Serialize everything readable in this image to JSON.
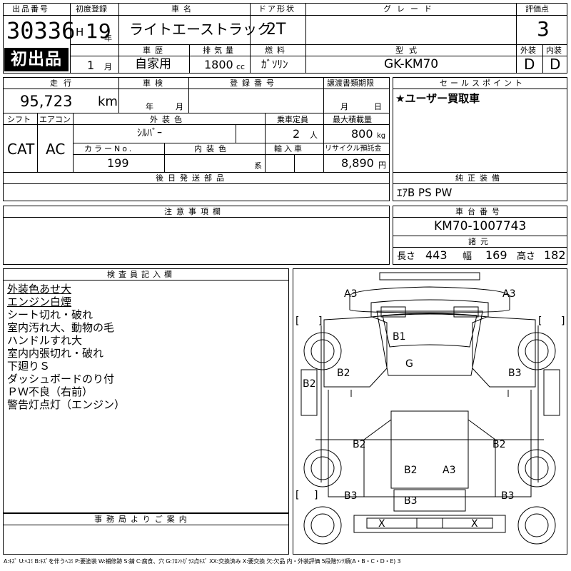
{
  "header": {
    "lot_label": "出品番号",
    "lot_no": "30336",
    "first_listing": "初出品",
    "reg_label": "初度登録",
    "era": "H",
    "reg_year": "19",
    "year_unit": "年",
    "reg_month": "1",
    "month_unit": "月",
    "name_label": "車名",
    "car_name": "ライトエーストラック",
    "door_label": "ドア形状",
    "door": "2T",
    "grade_label": "グレード",
    "grade": "",
    "score_label": "評価点",
    "score": "3",
    "history_label": "車歴",
    "history": "自家用",
    "disp_label": "排気量",
    "displacement": "1800",
    "cc": "cc",
    "fuel_label": "燃料",
    "fuel": "ｶﾞｿﾘﾝ",
    "model_label": "型式",
    "model": "GK-KM70",
    "ext_label": "外装",
    "ext_grade": "D",
    "int_label": "内装",
    "int_grade": "D"
  },
  "row2": {
    "mileage_label": "走行",
    "mileage": "95,723",
    "km": "km",
    "inspect_label": "車検",
    "year_unit": "年",
    "month_unit": "月",
    "regno_label": "登録番号",
    "transfer_label": "譲渡書類期限",
    "t_month": "月",
    "t_day": "日",
    "sales_label": "セールスポイント",
    "sales_point": "★ユーザー買取車"
  },
  "row3": {
    "shift_label": "シフト",
    "shift": "CAT",
    "ac_label": "エアコン",
    "ac": "AC",
    "color_label": "外装色",
    "color": "ｼﾙﾊﾞｰ",
    "cap_label": "乗車定員",
    "capacity": "2",
    "person_unit": "人",
    "load_label": "最大積載量",
    "load": "800",
    "kg": "kg",
    "colorno_label": "カラーNo.",
    "color_no": "199",
    "interior_label": "内装色",
    "interior_unit": "系",
    "import_label": "輸入車",
    "recycle_label": "リサイクル預託金",
    "recycle": "8,890",
    "yen": "円"
  },
  "later_label": "後日発送部品",
  "equip": {
    "label": "純正装備",
    "items": "ｴｱB PS PW"
  },
  "notes_label": "注意事項欄",
  "chassis": {
    "label": "車台番号",
    "number": "KM70-1007743"
  },
  "dims": {
    "label": "諸元",
    "len_label": "長さ",
    "length": "443",
    "wid_label": "幅",
    "width": "169",
    "hgt_label": "高さ",
    "height": "182"
  },
  "inspector": {
    "label": "検査員記入欄",
    "lines": [
      "外装色あせ大",
      "エンジン白煙",
      "シート切れ・破れ",
      "室内汚れ大、動物の毛",
      "ハンドルすれ大",
      "室内内張切れ・破れ",
      "下廻りＳ",
      "ダッシュボードのり付",
      "ＰＷ不良（右前）",
      "警告灯点灯（エンジン）"
    ]
  },
  "office_label": "事務局よりご案内",
  "legend": "A:ｷｽﾞ U:ﾍｺﾐ B:ｷｽﾞを伴うﾍｺﾐ P:要塗装 W:補修跡 S:錆 C:腐食、穴 G:ﾌﾛﾝﾄｶﾞﾗｽ点ｷｽﾞ XX:交換済み X:要交換 欠:欠品 内・外装評価 5段階ﾗﾝｸ順(A・B・C・D・E) 3",
  "diagram": {
    "marks": {
      "a3_l": "A3",
      "a3_r": "A3",
      "b1": "B1",
      "g": "G",
      "b2_l": "B2",
      "b2_side": "B2",
      "b3_r": "B3",
      "b2_low_l": "B2",
      "b2_low_r": "B2",
      "b2_bed": "B2",
      "a3_bed": "A3",
      "b3_bl": "B3",
      "b3_mid": "B3",
      "b3_br": "B3",
      "x_l": "X",
      "x_r": "X"
    },
    "brackets": {
      "l1": "[",
      "r1": "]",
      "l2": "[",
      "r2": "]",
      "l3": "[",
      "r3": "]"
    }
  }
}
